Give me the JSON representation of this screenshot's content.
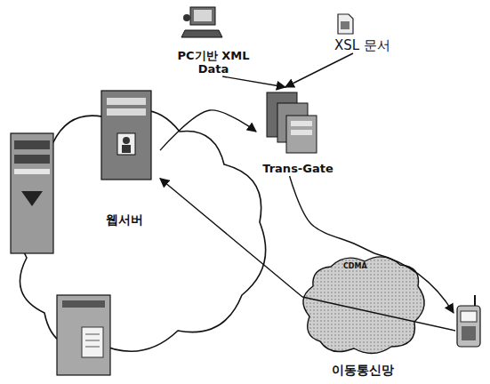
{
  "diagram": {
    "nodes": [
      {
        "text": [
          "PC기반 XML Data"
        ]
      },
      {
        "text": [
          "XSL 문서"
        ]
      },
      {
        "text": [
          "Trans-Gate"
        ]
      },
      {
        "text": [
          "웹서버"
        ]
      },
      {
        "text": [
          "이동통신망"
        ]
      }
    ],
    "edges": [
      {
        "from": 0,
        "to": 2,
        "arrow": "to"
      },
      {
        "from": 1,
        "to": 2,
        "arrow": "to"
      },
      {
        "from": 3,
        "to": 2,
        "arrow": "to"
      },
      {
        "from": 2,
        "to": 4,
        "arrow": "none"
      },
      {
        "from": 4,
        "to": 3,
        "arrow": "to"
      }
    ],
    "labels": [
      "CDMA"
    ]
  }
}
